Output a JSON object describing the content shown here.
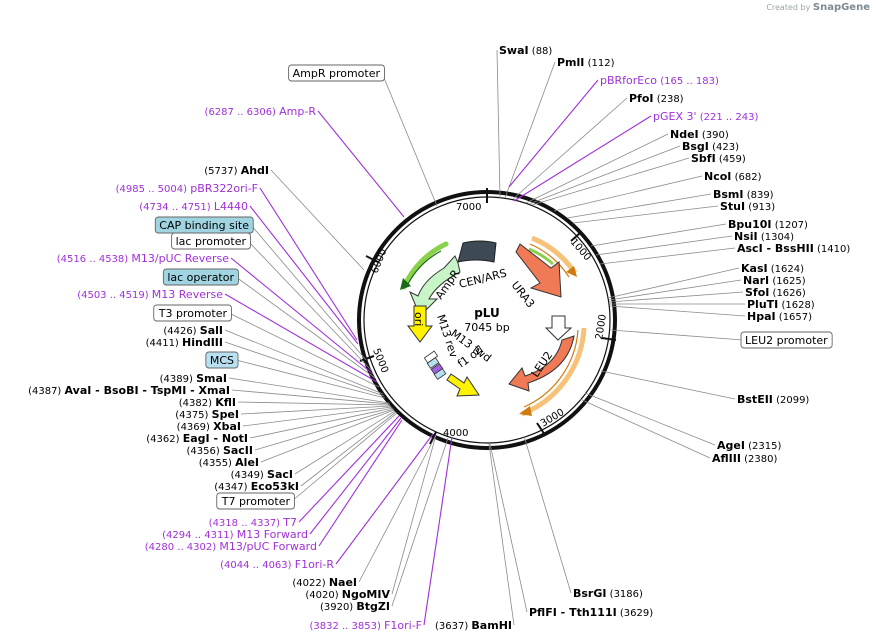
{
  "branding": {
    "prefix": "Created by",
    "name": "SnapGene"
  },
  "plasmid": {
    "name": "pLU",
    "length": "7045 bp"
  },
  "ticks": [
    "1000",
    "2000",
    "3000",
    "4000",
    "5000",
    "6000",
    "7000"
  ],
  "features": [
    {
      "label": "CEN/ARS",
      "color": "#3d4a55"
    },
    {
      "label": "URA3",
      "color": "#f07a55"
    },
    {
      "label": "LEU2",
      "color": "#f07a55"
    },
    {
      "label": "AmpR",
      "color": "#c8f5c8"
    },
    {
      "label": "ori",
      "color": "#fff200"
    },
    {
      "label": "M13 rev",
      "color": "#b8e0f0"
    },
    {
      "label": "M13 fwd",
      "color": "#b8e0f0"
    },
    {
      "label": "f1 ori",
      "color": "#fff200"
    }
  ],
  "labels": [
    {
      "kind": "enz",
      "name": "SwaI",
      "pos": "(88)"
    },
    {
      "kind": "enz",
      "name": "PmlI",
      "pos": "(112)"
    },
    {
      "kind": "primer",
      "name": "pBRforEco",
      "pos": "(165 .. 183)"
    },
    {
      "kind": "enz",
      "name": "PfoI",
      "pos": "(238)"
    },
    {
      "kind": "primer",
      "name": "pGEX 3'",
      "pos": "(221 .. 243)"
    },
    {
      "kind": "enz",
      "name": "NdeI",
      "pos": "(390)"
    },
    {
      "kind": "enz",
      "name": "BsgI",
      "pos": "(423)"
    },
    {
      "kind": "enz",
      "name": "SbfI",
      "pos": "(459)"
    },
    {
      "kind": "enz",
      "name": "NcoI",
      "pos": "(682)"
    },
    {
      "kind": "enz",
      "name": "BsmI",
      "pos": "(839)"
    },
    {
      "kind": "enz",
      "name": "StuI",
      "pos": "(913)"
    },
    {
      "kind": "enz",
      "name": "Bpu10I",
      "pos": "(1207)"
    },
    {
      "kind": "enz",
      "name": "NsiI",
      "pos": "(1304)"
    },
    {
      "kind": "enz",
      "name": "AscI",
      "name2": "BssHII",
      "pos": "(1410)"
    },
    {
      "kind": "enz",
      "name": "KasI",
      "pos": "(1624)"
    },
    {
      "kind": "enz",
      "name": "NarI",
      "pos": "(1625)"
    },
    {
      "kind": "enz",
      "name": "SfoI",
      "pos": "(1626)"
    },
    {
      "kind": "enz",
      "name": "PluTI",
      "pos": "(1628)"
    },
    {
      "kind": "enz",
      "name": "HpaI",
      "pos": "(1657)"
    },
    {
      "kind": "box",
      "name": "LEU2 promoter",
      "fill": "#ffffff"
    },
    {
      "kind": "enz",
      "name": "BstEII",
      "pos": "(2099)"
    },
    {
      "kind": "enz",
      "name": "AgeI",
      "pos": "(2315)"
    },
    {
      "kind": "enz",
      "name": "AflIII",
      "pos": "(2380)"
    },
    {
      "kind": "enz",
      "name": "BsrGI",
      "pos": "(3186)"
    },
    {
      "kind": "enz",
      "name": "PflFI",
      "name2": "Tth111I",
      "pos": "(3629)"
    },
    {
      "kind": "enz",
      "name": "BamHI",
      "pos": "(3637)"
    },
    {
      "kind": "primer",
      "name": "F1ori-F",
      "pos": "(3832 .. 3853)"
    },
    {
      "kind": "enz",
      "name": "BtgZI",
      "pos": "(3920)"
    },
    {
      "kind": "enz",
      "name": "NgoMIV",
      "pos": "(4020)"
    },
    {
      "kind": "enz",
      "name": "NaeI",
      "pos": "(4022)"
    },
    {
      "kind": "primer",
      "name": "F1ori-R",
      "pos": "(4044 .. 4063)"
    },
    {
      "kind": "primer",
      "name": "M13/pUC Forward",
      "pos": "(4280 .. 4302)"
    },
    {
      "kind": "primer",
      "name": "M13 Forward",
      "pos": "(4294 .. 4311)"
    },
    {
      "kind": "primer",
      "name": "T7",
      "pos": "(4318 .. 4337)"
    },
    {
      "kind": "box",
      "name": "T7 promoter",
      "fill": "#ffffff"
    },
    {
      "kind": "enz",
      "name": "Eco53kI",
      "pos": "(4347)"
    },
    {
      "kind": "enz",
      "name": "SacI",
      "pos": "(4349)"
    },
    {
      "kind": "enz",
      "name": "AleI",
      "pos": "(4355)"
    },
    {
      "kind": "enz",
      "name": "SacII",
      "pos": "(4356)"
    },
    {
      "kind": "enz",
      "name": "EagI",
      "name2": "NotI",
      "pos": "(4362)"
    },
    {
      "kind": "enz",
      "name": "XbaI",
      "pos": "(4369)"
    },
    {
      "kind": "enz",
      "name": "SpeI",
      "pos": "(4375)"
    },
    {
      "kind": "enz",
      "name": "KflI",
      "pos": "(4382)"
    },
    {
      "kind": "enz",
      "name": "AvaI",
      "name2": "BsoBI",
      "name3": "TspMI",
      "name4": "XmaI",
      "pos": "(4387)"
    },
    {
      "kind": "enz",
      "name": "SmaI",
      "pos": "(4389)"
    },
    {
      "kind": "box",
      "name": "MCS",
      "fill": "#b8e0f0"
    },
    {
      "kind": "enz",
      "name": "HindIII",
      "pos": "(4411)"
    },
    {
      "kind": "enz",
      "name": "SalI",
      "pos": "(4426)"
    },
    {
      "kind": "box",
      "name": "T3 promoter",
      "fill": "#ffffff"
    },
    {
      "kind": "primer",
      "name": "M13 Reverse",
      "pos": "(4503 .. 4519)"
    },
    {
      "kind": "box",
      "name": "lac operator",
      "fill": "#9fd4e0"
    },
    {
      "kind": "primer",
      "name": "M13/pUC Reverse",
      "pos": "(4516 .. 4538)"
    },
    {
      "kind": "box",
      "name": "lac promoter",
      "fill": "#ffffff"
    },
    {
      "kind": "box",
      "name": "CAP binding site",
      "fill": "#9fd4e0"
    },
    {
      "kind": "primer",
      "name": "L4440",
      "pos": "(4734 .. 4751)"
    },
    {
      "kind": "primer",
      "name": "pBR322ori-F",
      "pos": "(4985 .. 5004)"
    },
    {
      "kind": "enz",
      "name": "AhdI",
      "pos": "(5737)"
    },
    {
      "kind": "primer",
      "name": "Amp-R",
      "pos": "(6287 .. 6306)"
    },
    {
      "kind": "box",
      "name": "AmpR promoter",
      "fill": "#ffffff"
    }
  ]
}
